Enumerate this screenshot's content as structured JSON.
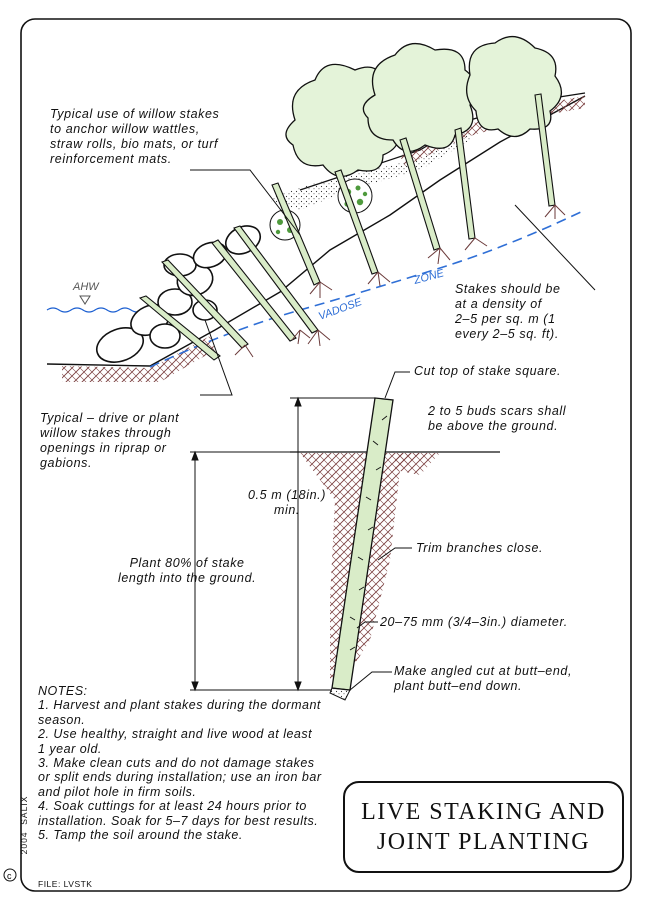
{
  "labels": {
    "anchor_note": "Typical use of willow stakes\nto anchor willow wattles,\nstraw rolls, bio mats, or turf\nreinforcement mats.",
    "ahw": "AHW",
    "vadose": "VADOSE",
    "zone": "ZONE",
    "density_note": "Stakes should be\nat a density of\n2–5 per sq. m (1\nevery 2–5 sq. ft).",
    "riprap_note": "Typical – drive or plant\nwillow stakes through\nopenings in riprap or\ngabions.",
    "cut_top": "Cut top of stake square.",
    "bud_scars": "2 to 5 buds scars shall\nbe above the ground.",
    "depth": "0.5 m (18in.)\nmin.",
    "plant_pct": "Plant 80% of stake\nlength into the ground.",
    "trim": "Trim branches close.",
    "diameter": "20–75 mm (3/4–3in.) diameter.",
    "angled_cut": "Make angled cut at butt–end,\nplant butt–end down."
  },
  "notes": {
    "heading": "NOTES:",
    "items": [
      "1.   Harvest and plant stakes during the dormant season.",
      "2.   Use healthy, straight and live wood at least 1 year old.",
      "3.   Make clean cuts and do not damage stakes or split ends during installation; use an iron bar and pilot hole in firm soils.",
      "4.   Soak cuttings for at least 24 hours prior to installation.  Soak for 5–7 days for best results.",
      "5.   Tamp the soil around the stake."
    ]
  },
  "title": {
    "line1": "LIVE STAKING AND",
    "line2": "JOINT PLANTING"
  },
  "footer": {
    "file": "FILE: LVSTK",
    "year": "2004",
    "company": "SALIX"
  },
  "colors": {
    "water": "#1a5ed1",
    "vadose_line": "#2f6fd6",
    "stake_fill": "#d9ecc8",
    "leaf_fill": "#e4f3d9",
    "mat_fill": "#4e9a3c",
    "root": "#6b3a3a",
    "soil_hatch": "#7a3e3e",
    "ink": "#111111"
  }
}
